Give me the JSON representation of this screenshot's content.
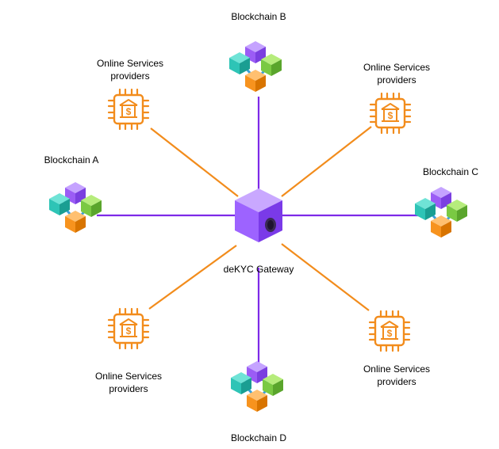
{
  "gateway": {
    "label": "deKYC Gateway",
    "icon": "gateway-cube-icon",
    "color": "#8c4fff"
  },
  "blockchains": [
    {
      "label": "Blockchain A",
      "icon": "blockchain-icon"
    },
    {
      "label": "Blockchain B",
      "icon": "blockchain-icon"
    },
    {
      "label": "Blockchain C",
      "icon": "blockchain-icon"
    },
    {
      "label": "Blockchain D",
      "icon": "blockchain-icon"
    }
  ],
  "service_providers": [
    {
      "line1": "Online Services",
      "line2": "providers",
      "icon": "bank-chip-icon"
    },
    {
      "line1": "Online Services",
      "line2": "providers",
      "icon": "bank-chip-icon"
    },
    {
      "line1": "Online Services",
      "line2": "providers",
      "icon": "bank-chip-icon"
    },
    {
      "line1": "Online Services",
      "line2": "providers",
      "icon": "bank-chip-icon"
    }
  ],
  "colors": {
    "blockchain_link": "#7d2ae8",
    "provider_link": "#f28c1c",
    "cube_purple": "#9b5cf5",
    "cube_teal": "#2ec4b6",
    "cube_green": "#7ac943",
    "cube_orange": "#f7931e"
  }
}
